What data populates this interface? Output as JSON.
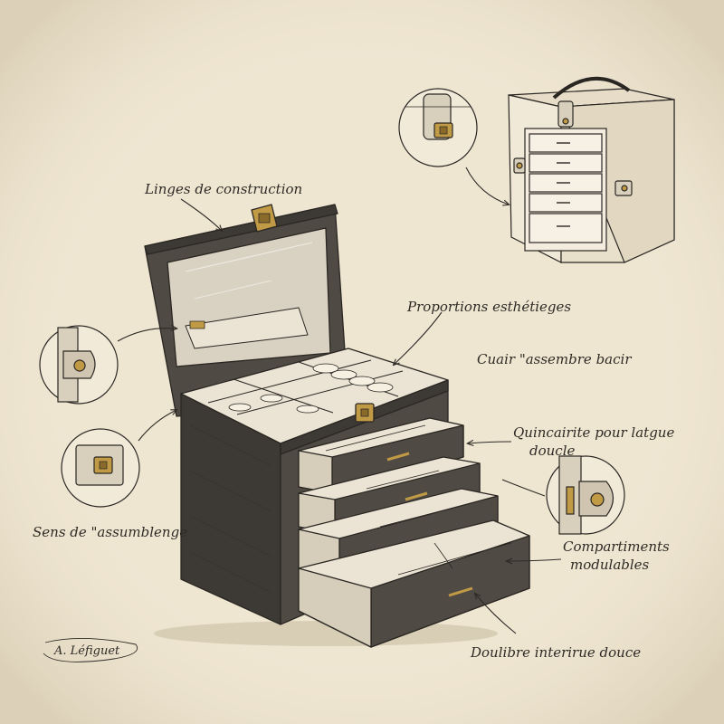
{
  "colors": {
    "paper": "#efe6d2",
    "ink": "#2e2a25",
    "leather": "#4f4a44",
    "leather_dark": "#3d3934",
    "lining": "#ebe3d3",
    "brass": "#c09a45"
  },
  "annotations": {
    "hinges": "Linges de construction",
    "proportions": "Proportions esthétieges",
    "leather": "Cuair \"assembre bacir",
    "hardware_line1": "Quincairite pour latgue",
    "hardware_line2": "doucle",
    "assembly": "Sens de \"assumblenge",
    "compartments_line1": "Compartiments",
    "compartments_line2": "modulables",
    "lining": "Doulibre interirue douce"
  },
  "signature": "A. Léfiguet",
  "icons": [
    "lock-clasp-icon",
    "snap-button-icon",
    "hinge-icon",
    "drawer-handle-icon",
    "carry-handle-icon"
  ]
}
